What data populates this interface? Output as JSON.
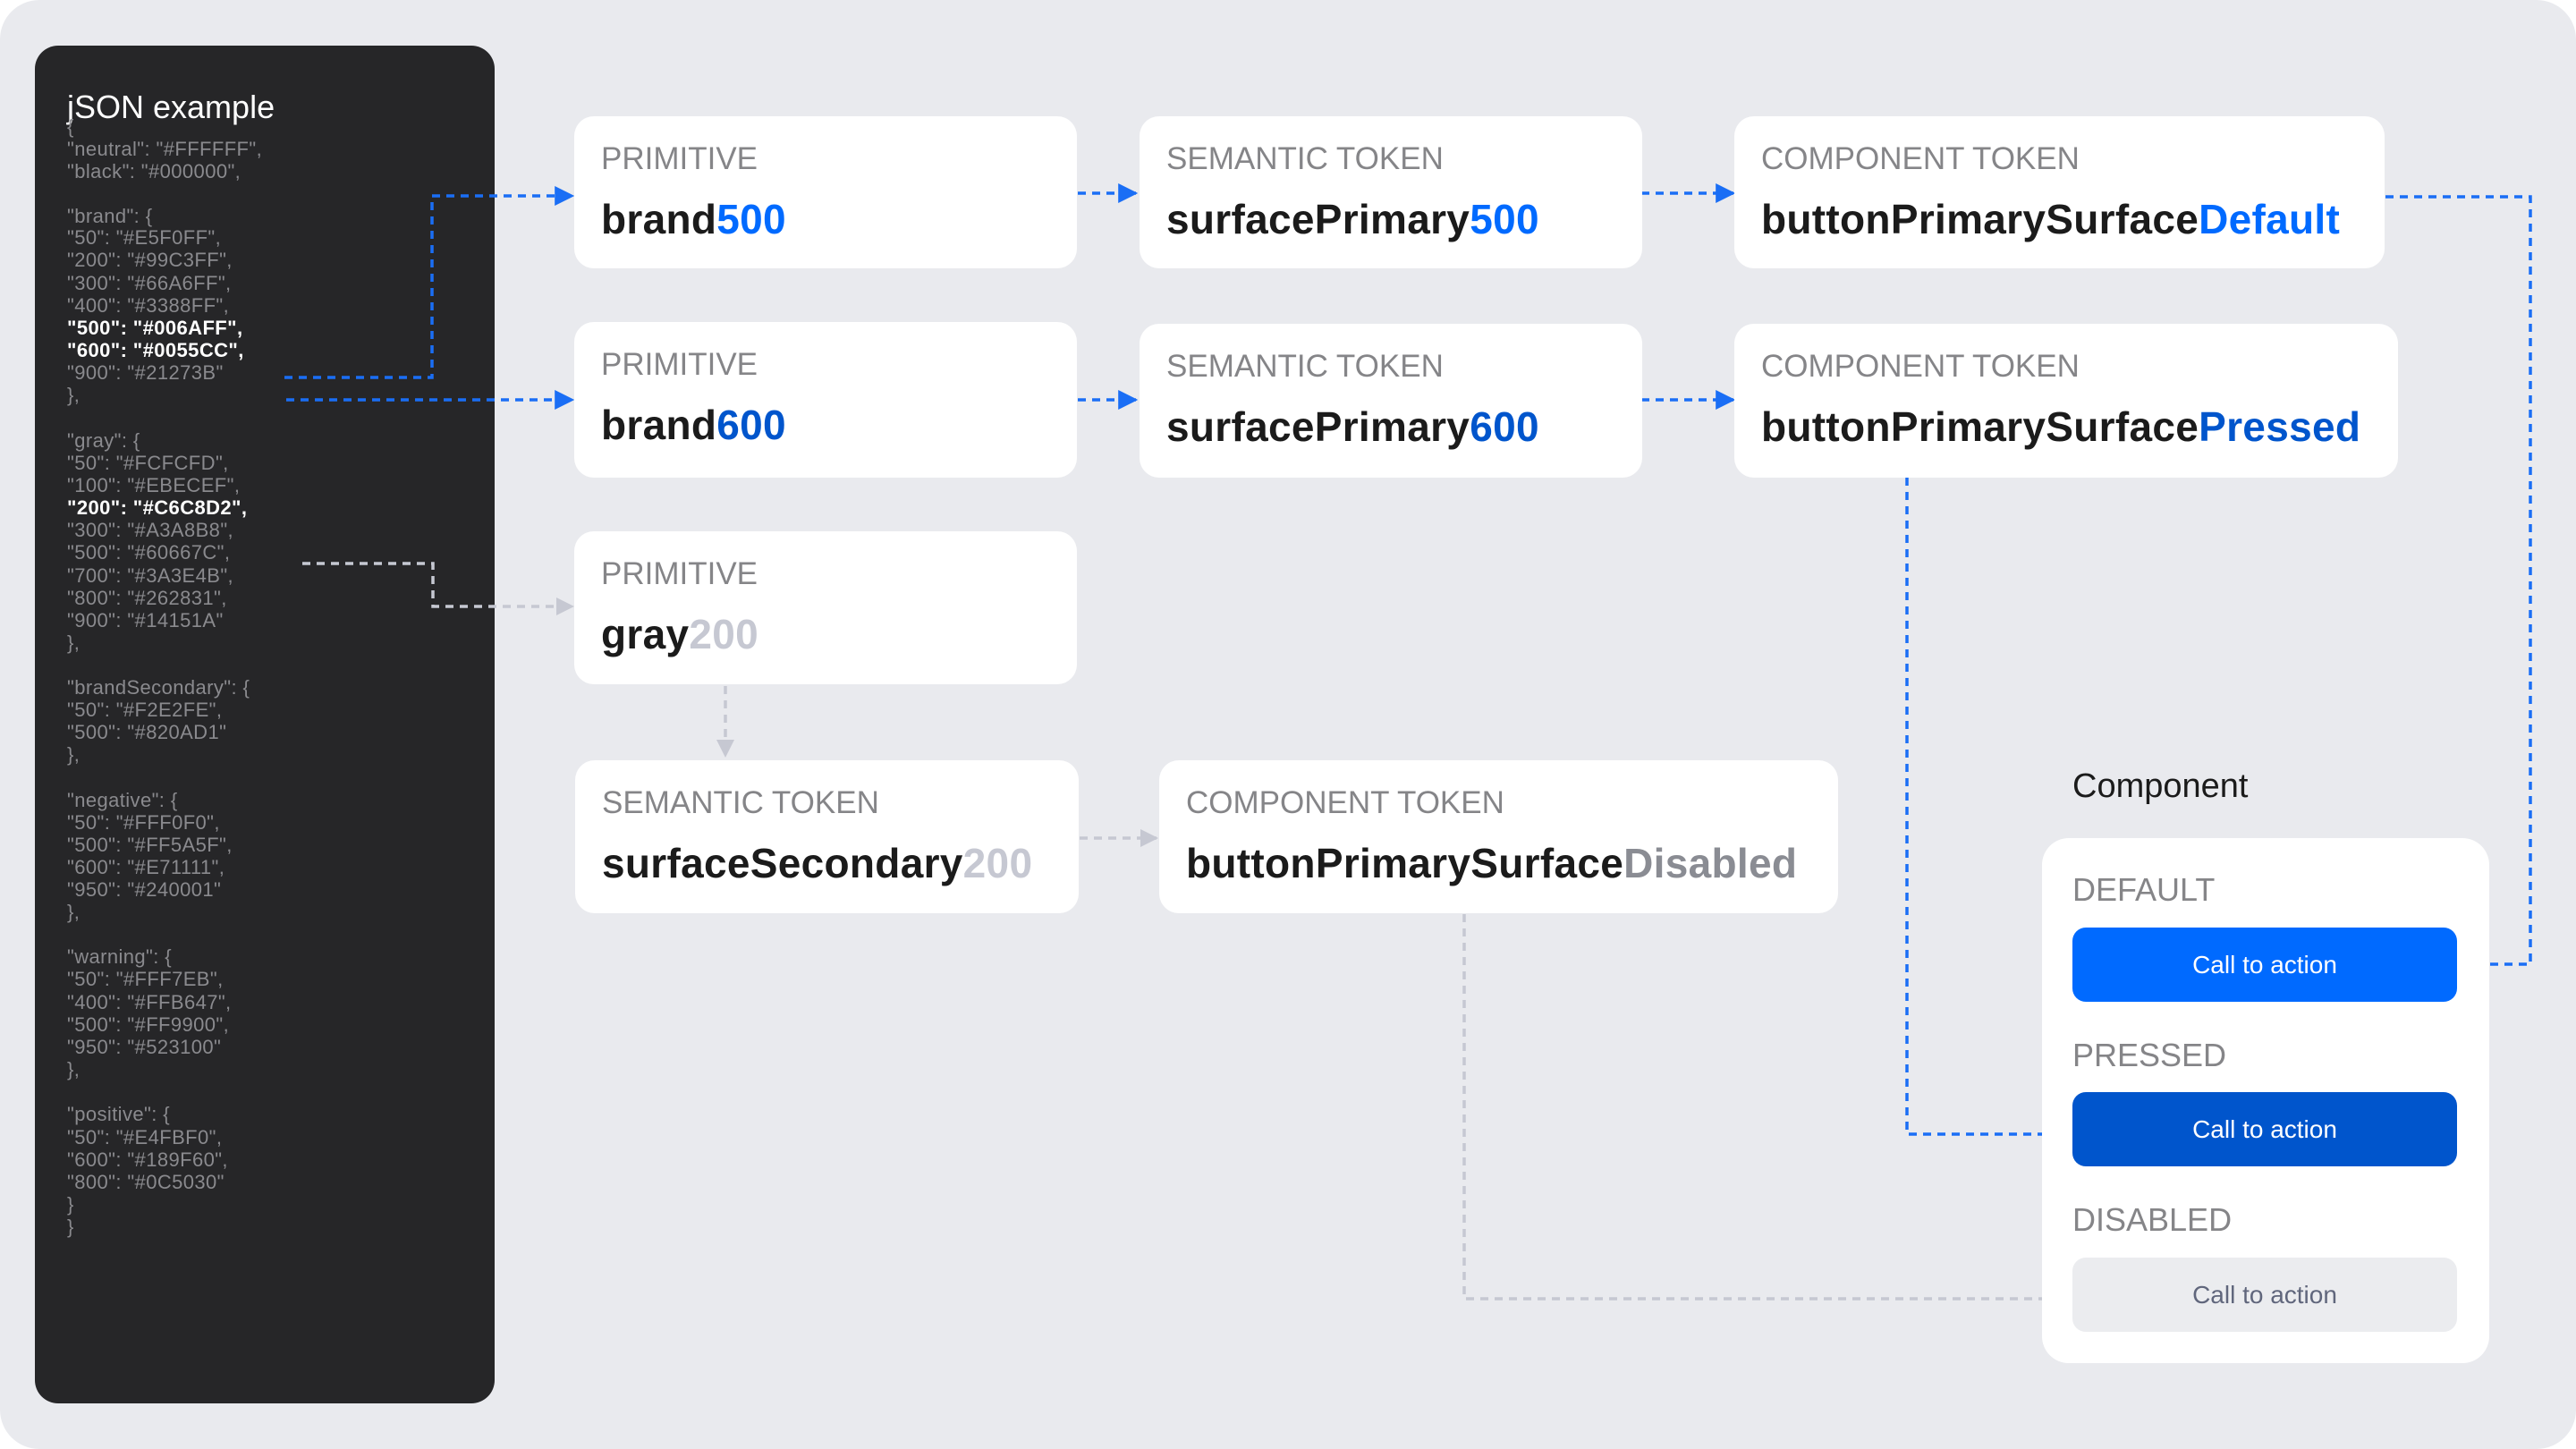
{
  "json_panel": {
    "title": "jSON example",
    "lines": [
      {
        "text": "{"
      },
      {
        "text": "  \"neutral\": \"#FFFFFF\","
      },
      {
        "text": "  \"black\": \"#000000\","
      },
      {
        "text": ""
      },
      {
        "text": "  \"brand\": {"
      },
      {
        "text": "    \"50\": \"#E5F0FF\","
      },
      {
        "text": "    \"200\": \"#99C3FF\","
      },
      {
        "text": "    \"300\": \"#66A6FF\","
      },
      {
        "text": "    \"400\": \"#3388FF\","
      },
      {
        "text": "    \"500\": \"#006AFF\",",
        "highlight": true
      },
      {
        "text": "    \"600\": \"#0055CC\",",
        "highlight": true
      },
      {
        "text": "    \"900\": \"#21273B\""
      },
      {
        "text": "  },"
      },
      {
        "text": ""
      },
      {
        "text": "  \"gray\": {"
      },
      {
        "text": "    \"50\": \"#FCFCFD\","
      },
      {
        "text": "    \"100\": \"#EBECEF\","
      },
      {
        "text": "    \"200\": \"#C6C8D2\",",
        "highlight": true
      },
      {
        "text": "    \"300\": \"#A3A8B8\","
      },
      {
        "text": "    \"500\": \"#60667C\","
      },
      {
        "text": "    \"700\": \"#3A3E4B\","
      },
      {
        "text": "    \"800\": \"#262831\","
      },
      {
        "text": "    \"900\": \"#14151A\""
      },
      {
        "text": "  },"
      },
      {
        "text": ""
      },
      {
        "text": "  \"brandSecondary\": {"
      },
      {
        "text": "    \"50\": \"#F2E2FE\","
      },
      {
        "text": "    \"500\": \"#820AD1\""
      },
      {
        "text": "  },"
      },
      {
        "text": ""
      },
      {
        "text": "  \"negative\": {"
      },
      {
        "text": "    \"50\": \"#FFF0F0\","
      },
      {
        "text": "    \"500\": \"#FF5A5F\","
      },
      {
        "text": "    \"600\": \"#E71111\","
      },
      {
        "text": "    \"950\": \"#240001\""
      },
      {
        "text": "  },"
      },
      {
        "text": ""
      },
      {
        "text": "  \"warning\": {"
      },
      {
        "text": "    \"50\": \"#FFF7EB\","
      },
      {
        "text": "    \"400\": \"#FFB647\","
      },
      {
        "text": "    \"500\": \"#FF9900\","
      },
      {
        "text": "    \"950\": \"#523100\""
      },
      {
        "text": "  },"
      },
      {
        "text": ""
      },
      {
        "text": "  \"positive\": {"
      },
      {
        "text": "    \"50\": \"#E4FBF0\","
      },
      {
        "text": "    \"600\": \"#189F60\","
      },
      {
        "text": "    \"800\": \"#0C5030\""
      },
      {
        "text": "  }"
      },
      {
        "text": "}"
      }
    ]
  },
  "cards": {
    "primitive_brand500": {
      "label": "PRIMITIVE",
      "base": "brand",
      "suffix": "500",
      "suffix_color": "#006AFF"
    },
    "semantic_surface500": {
      "label": "SEMANTIC TOKEN",
      "base": "surfacePrimary",
      "suffix": "500",
      "suffix_color": "#006AFF"
    },
    "component_default": {
      "label": "COMPONENT TOKEN",
      "base": "buttonPrimarySurface",
      "suffix": "Default",
      "suffix_color": "#006AFF"
    },
    "primitive_brand600": {
      "label": "PRIMITIVE",
      "base": "brand",
      "suffix": "600",
      "suffix_color": "#0055CC"
    },
    "semantic_surface600": {
      "label": "SEMANTIC TOKEN",
      "base": "surfacePrimary",
      "suffix": "600",
      "suffix_color": "#0055CC"
    },
    "component_pressed": {
      "label": "COMPONENT TOKEN",
      "base": "buttonPrimarySurface",
      "suffix": "Pressed",
      "suffix_color": "#0055CC"
    },
    "primitive_gray200": {
      "label": "PRIMITIVE",
      "base": "gray",
      "suffix": "200",
      "suffix_color": "#C6C8D2"
    },
    "semantic_secondary200": {
      "label": "SEMANTIC TOKEN",
      "base": "surfaceSecondary",
      "suffix": "200",
      "suffix_color": "#C6C8D2"
    },
    "component_disabled": {
      "label": "COMPONENT TOKEN",
      "base": "buttonPrimarySurface",
      "suffix": "Disabled",
      "suffix_color": "#8A8C93"
    }
  },
  "component": {
    "title": "Component",
    "states": {
      "default": {
        "label": "DEFAULT",
        "button": "Call to action",
        "color": "#006AFF"
      },
      "pressed": {
        "label": "PRESSED",
        "button": "Call to action",
        "color": "#0055CC"
      },
      "disabled": {
        "label": "DISABLED",
        "button": "Call to action",
        "color": "#EBECEF"
      }
    }
  },
  "colors": {
    "background": "#E9EAEE",
    "panel_dark": "#262628",
    "connector_blue": "#0055CC",
    "connector_light_blue": "#006AFF",
    "connector_gray": "#C6C8D2"
  }
}
